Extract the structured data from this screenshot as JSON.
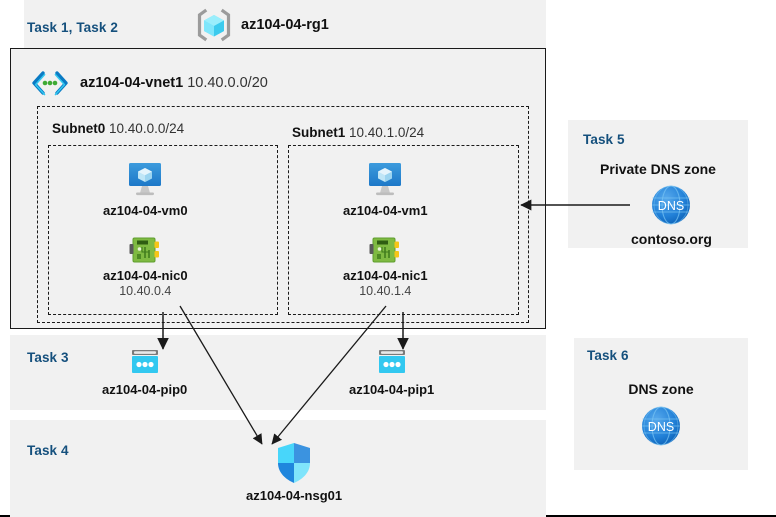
{
  "resource_group": {
    "task_label": "Task 1, Task 2",
    "name": "az104-04-rg1",
    "icon": "resource-group-icon"
  },
  "vnet": {
    "name": "az104-04-vnet1",
    "address_space": "10.40.0.0/20",
    "icon": "virtual-network-icon"
  },
  "subnets": [
    {
      "name": "Subnet0",
      "cidr": "10.40.0.0/24",
      "vm": {
        "name": "az104-04-vm0",
        "icon": "virtual-machine-icon"
      },
      "nic": {
        "name": "az104-04-nic0",
        "ip": "10.40.0.4",
        "icon": "network-interface-icon"
      }
    },
    {
      "name": "Subnet1",
      "cidr": "10.40.1.0/24",
      "vm": {
        "name": "az104-04-vm1",
        "icon": "virtual-machine-icon"
      },
      "nic": {
        "name": "az104-04-nic1",
        "ip": "10.40.1.4",
        "icon": "network-interface-icon"
      }
    }
  ],
  "task3": {
    "task_label": "Task 3",
    "public_ips": [
      {
        "name": "az104-04-pip0",
        "icon": "public-ip-address-icon"
      },
      {
        "name": "az104-04-pip1",
        "icon": "public-ip-address-icon"
      }
    ]
  },
  "task4": {
    "task_label": "Task 4",
    "nsg": {
      "name": "az104-04-nsg01",
      "icon": "network-security-group-icon"
    }
  },
  "task5": {
    "task_label": "Task 5",
    "title": "Private DNS zone",
    "zone_name": "contoso.org",
    "icon": "dns-zone-icon",
    "icon_text": "DNS"
  },
  "task6": {
    "task_label": "Task 6",
    "title": "DNS zone",
    "icon": "dns-zone-icon",
    "icon_text": "DNS"
  },
  "colors": {
    "task_label": "#15507d",
    "panel_background": "#f1f1f1",
    "page_background": "#ffffff",
    "azure_blue": "#0078d4",
    "cyan": "#32c8f0",
    "nic_green": "#7fba42",
    "dns_blue": "#1f7fd4",
    "arrow": "#1a1a1a"
  }
}
